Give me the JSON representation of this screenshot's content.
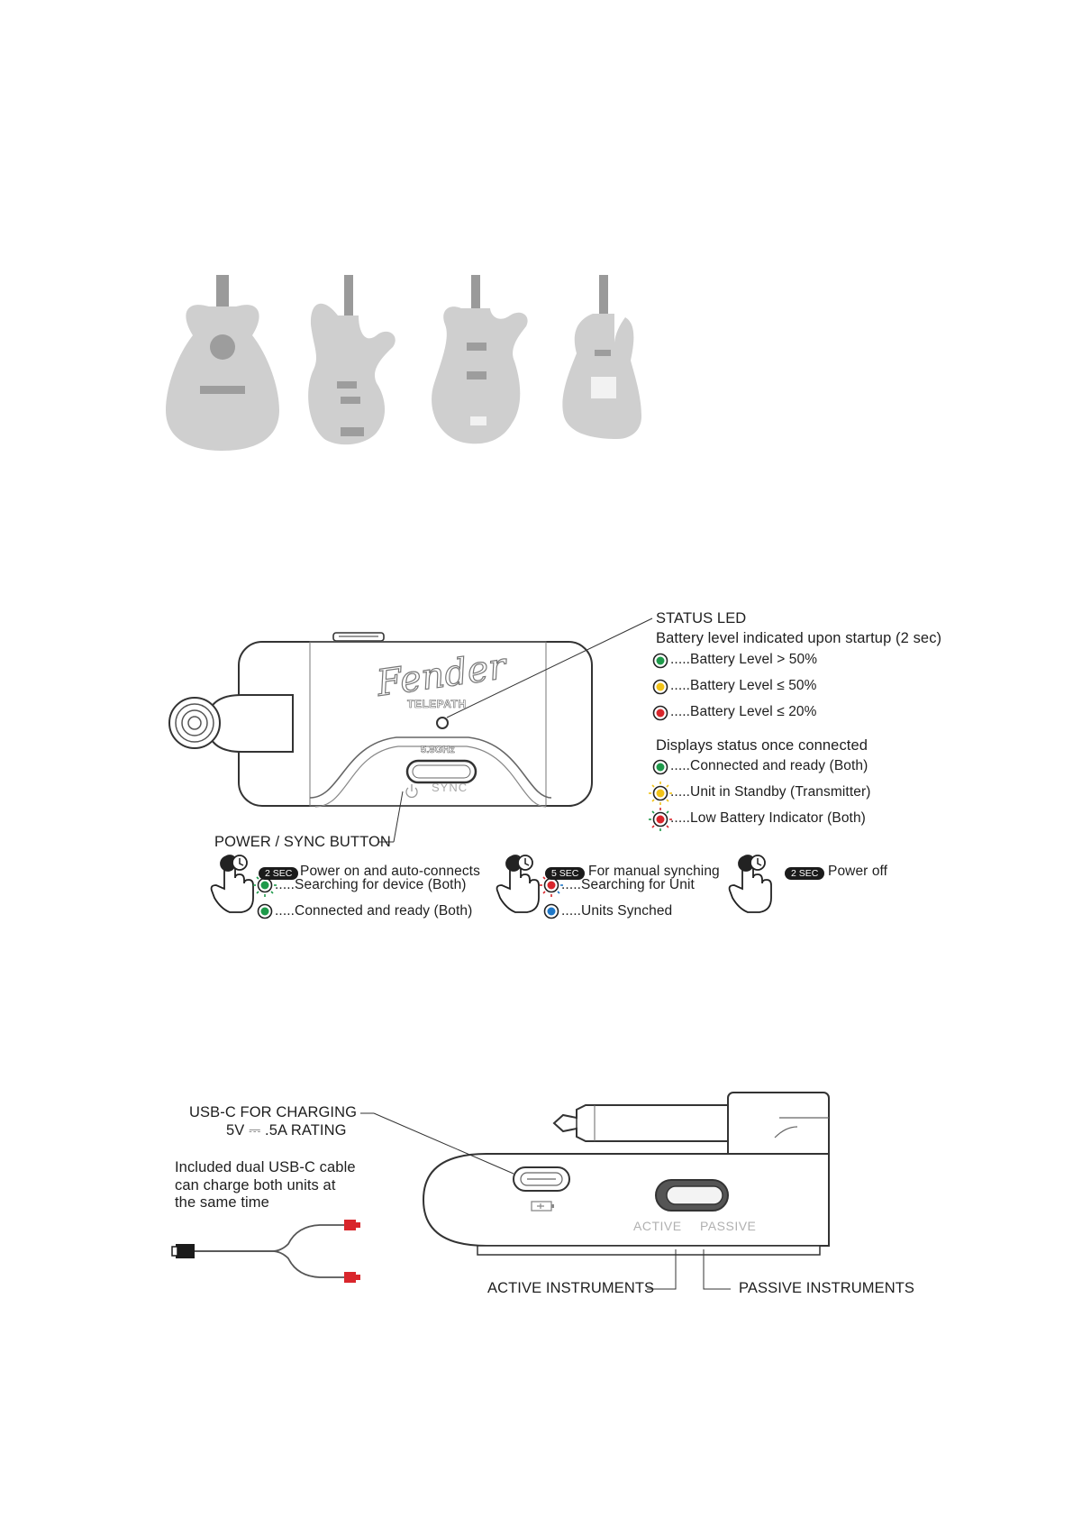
{
  "guitars": {
    "icons": [
      "acoustic-guitar-icon",
      "bass-guitar-icon",
      "offset-guitar-icon",
      "telecaster-guitar-icon"
    ],
    "color": "#cfcfcf"
  },
  "transmitter": {
    "brand": "Fender",
    "model": "TELEPATH",
    "band_label": "5.8GHz",
    "sync_label": "SYNC",
    "status_led": {
      "title": "STATUS LED",
      "startup_caption": "Battery level indicated upon startup (2 sec)",
      "startup_items": [
        {
          "color": "#1e9a4a",
          "text": ".....Battery Level > 50%"
        },
        {
          "color": "#f2c318",
          "text": ".....Battery Level ≤ 50%"
        },
        {
          "color": "#d9262c",
          "text": ".....Battery Level ≤ 20%"
        }
      ],
      "connected_caption": "Displays status once connected",
      "connected_items": [
        {
          "color": "#1e9a4a",
          "text": ".....Connected and ready (Both)"
        },
        {
          "color": "#f2c318",
          "text": ".....Unit in Standby (Transmitter)"
        },
        {
          "color": "#d9262c",
          "text": ".....Low Battery Indicator (Both)"
        }
      ]
    },
    "button_label": "POWER / SYNC BUTTON",
    "actions": [
      {
        "badge": "2 SEC",
        "label": "Power on and auto-connects",
        "items": [
          {
            "color": "#1e9a4a",
            "text": ".....Searching for device (Both)"
          },
          {
            "color": "#1e9a4a",
            "text": ".....Connected and ready (Both)"
          }
        ]
      },
      {
        "badge": "5 SEC",
        "label": "For manual synching",
        "items": [
          {
            "color": "#d9262c",
            "text": ".....Searching for Unit"
          },
          {
            "color": "#1f78c8",
            "text": ".....Units Synched"
          }
        ]
      },
      {
        "badge": "2 SEC",
        "label": "Power off",
        "items": []
      }
    ]
  },
  "receiver": {
    "usb_label_line1": "USB-C FOR CHARGING",
    "usb_label_line2": "5V ⎓ .5A RATING",
    "cable_note": [
      "Included dual USB-C cable",
      "can charge both units at",
      "the same time"
    ],
    "switch_active": "ACTIVE",
    "switch_passive": "PASSIVE",
    "active_label": "ACTIVE INSTRUMENTS",
    "passive_label": "PASSIVE INSTRUMENTS",
    "connector_color": "#d9262c"
  }
}
